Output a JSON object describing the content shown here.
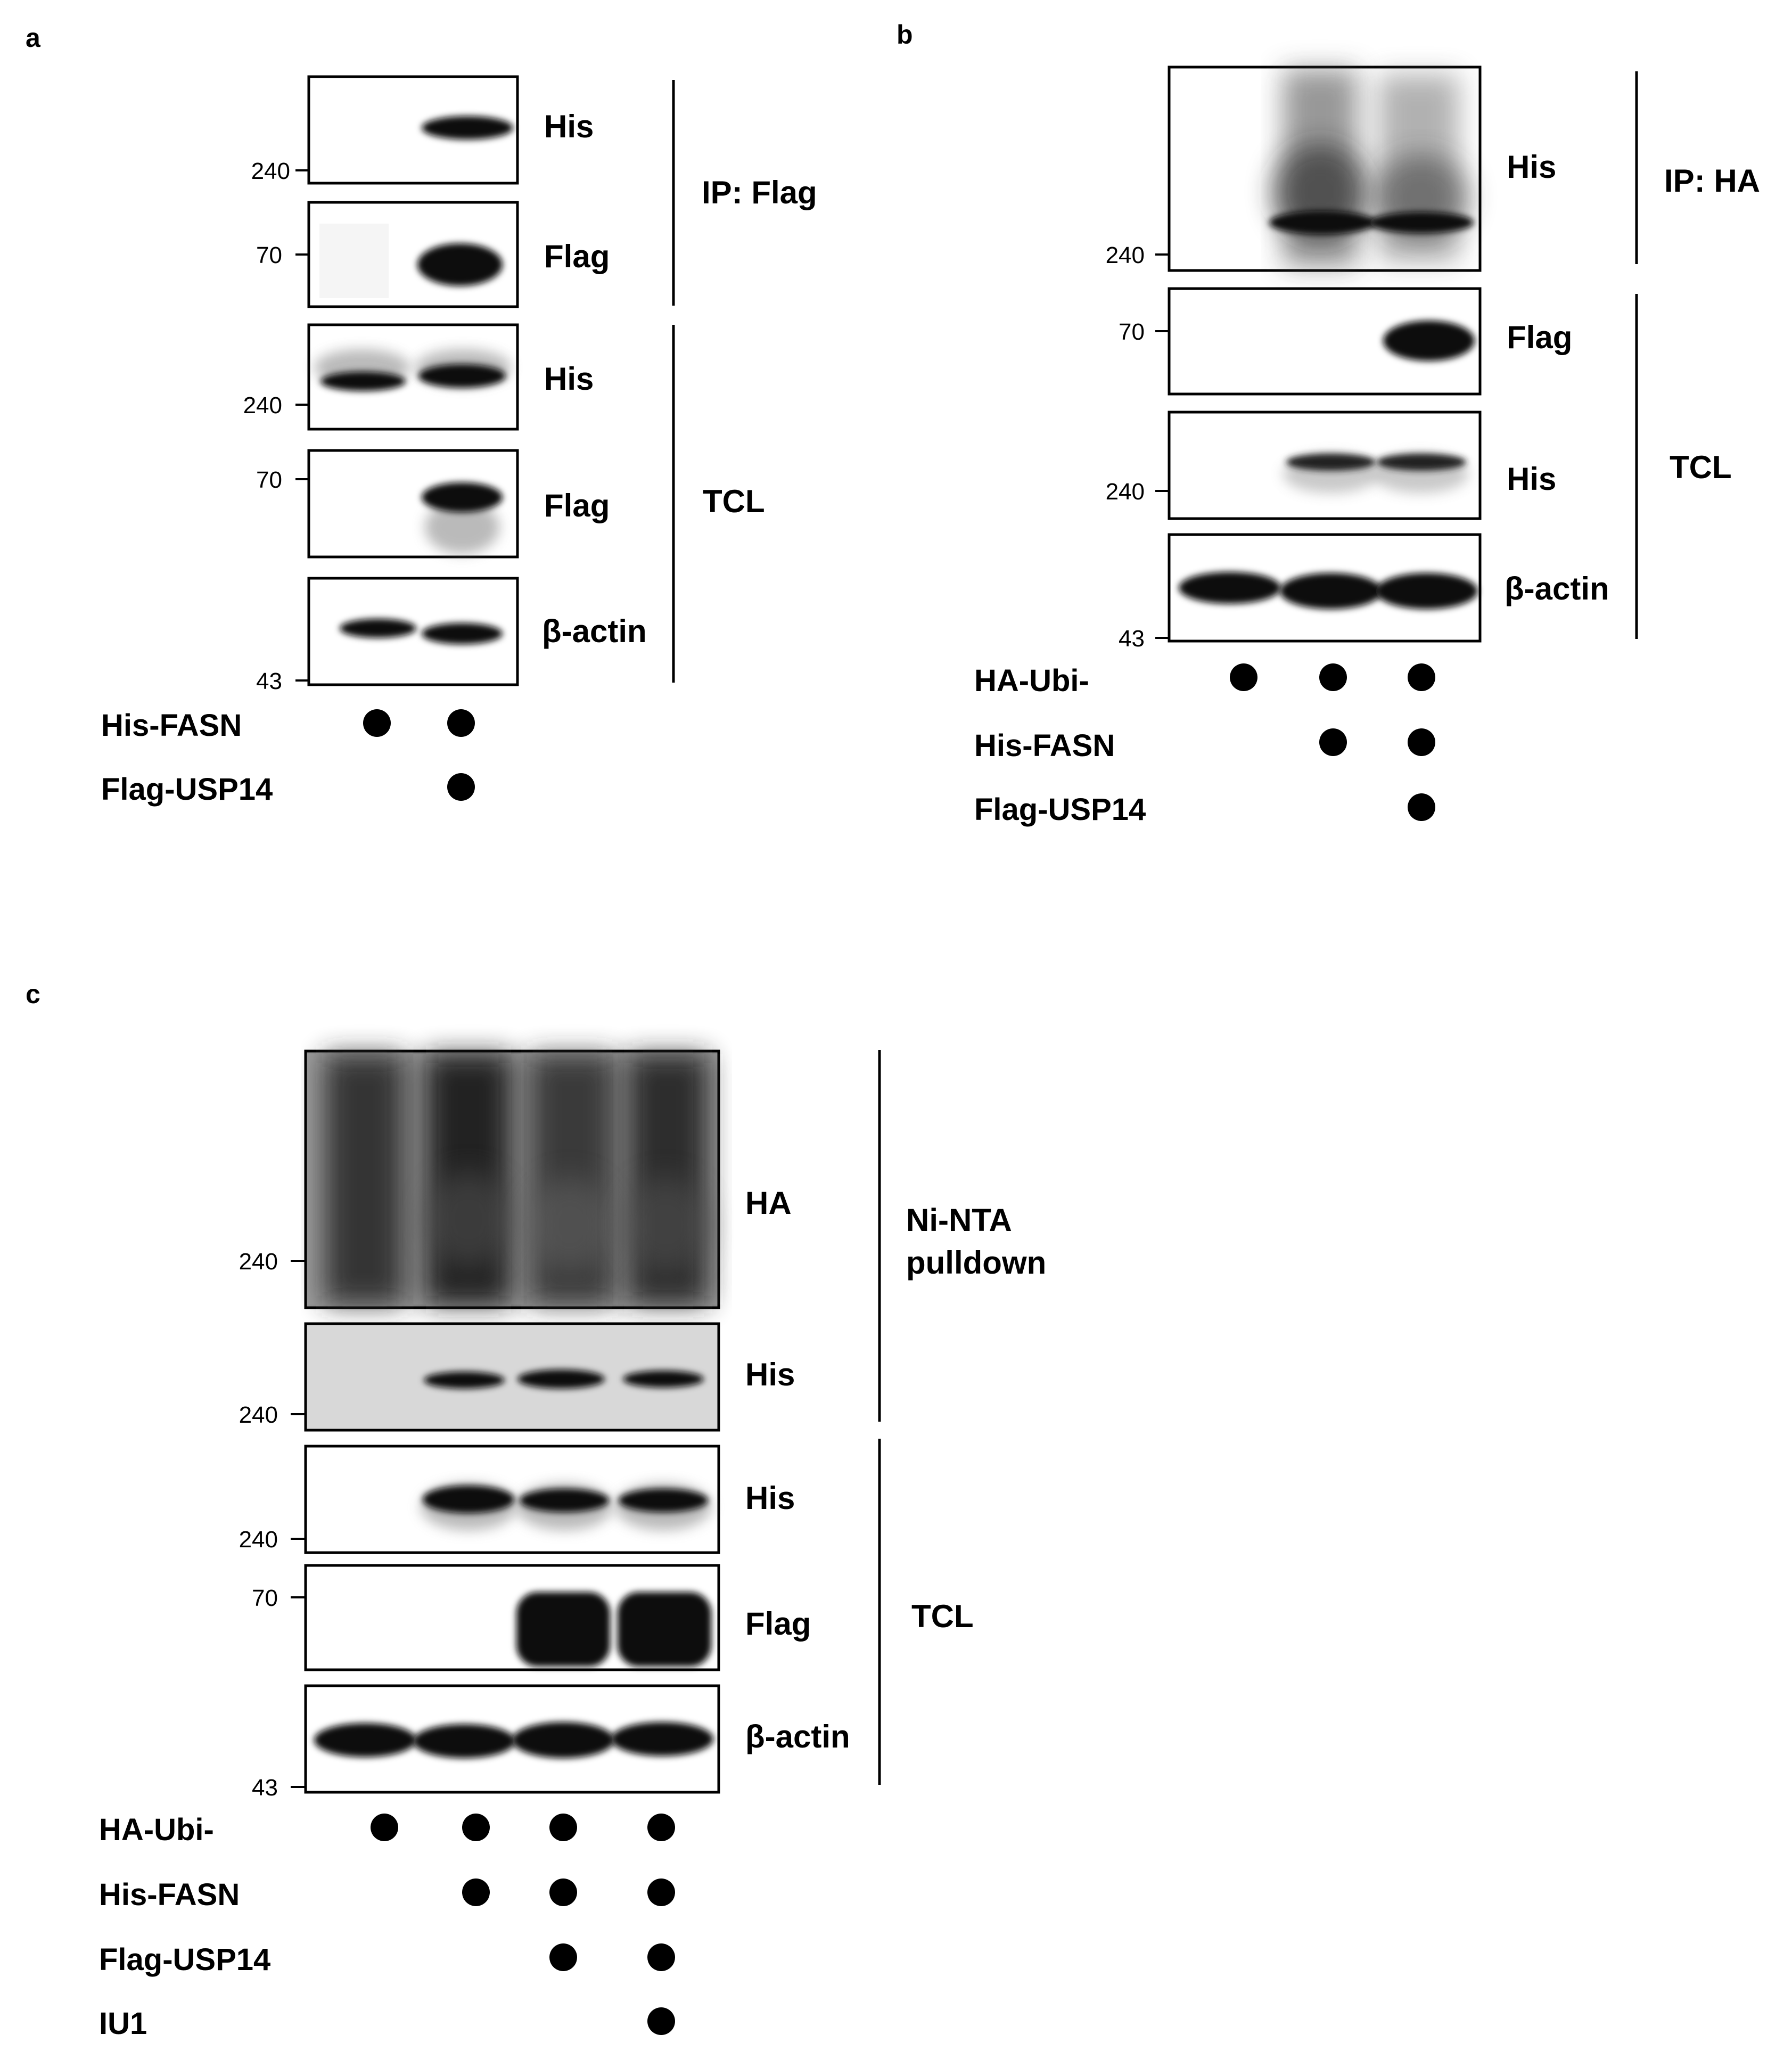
{
  "panels": {
    "a": {
      "letter": "a",
      "blots": [
        {
          "antibody": "His",
          "mw": "240"
        },
        {
          "antibody": "Flag",
          "mw": "70"
        },
        {
          "antibody": "His",
          "mw": "240"
        },
        {
          "antibody": "Flag",
          "mw": "70"
        },
        {
          "antibody": "β-actin",
          "mw": "43"
        }
      ],
      "groups": [
        "IP: Flag",
        "TCL"
      ],
      "conditions": [
        {
          "label": "His-FASN",
          "lanes": [
            true,
            true
          ]
        },
        {
          "label": "Flag-USP14",
          "lanes": [
            false,
            true
          ]
        }
      ]
    },
    "b": {
      "letter": "b",
      "blots": [
        {
          "antibody": "His",
          "mw": "240"
        },
        {
          "antibody": "Flag",
          "mw": "70"
        },
        {
          "antibody": "His",
          "mw": "240"
        },
        {
          "antibody": "β-actin",
          "mw": "43"
        }
      ],
      "groups": [
        "IP: HA",
        "TCL"
      ],
      "conditions": [
        {
          "label": "HA-Ubi-",
          "lanes": [
            true,
            true,
            true
          ]
        },
        {
          "label": "His-FASN",
          "lanes": [
            false,
            true,
            true
          ]
        },
        {
          "label": "Flag-USP14",
          "lanes": [
            false,
            false,
            true
          ]
        }
      ]
    },
    "c": {
      "letter": "c",
      "blots": [
        {
          "antibody": "HA",
          "mw": "240"
        },
        {
          "antibody": "His",
          "mw": "240"
        },
        {
          "antibody": "His",
          "mw": "240"
        },
        {
          "antibody": "Flag",
          "mw": "70"
        },
        {
          "antibody": "β-actin",
          "mw": "43"
        }
      ],
      "groups": [
        "Ni-NTA",
        "pulldown",
        "TCL"
      ],
      "conditions": [
        {
          "label": "HA-Ubi-",
          "lanes": [
            true,
            true,
            true,
            true
          ]
        },
        {
          "label": "His-FASN",
          "lanes": [
            false,
            true,
            true,
            true
          ]
        },
        {
          "label": "Flag-USP14",
          "lanes": [
            false,
            false,
            true,
            true
          ]
        },
        {
          "label": "IU1",
          "lanes": [
            false,
            false,
            false,
            true
          ]
        }
      ]
    }
  }
}
